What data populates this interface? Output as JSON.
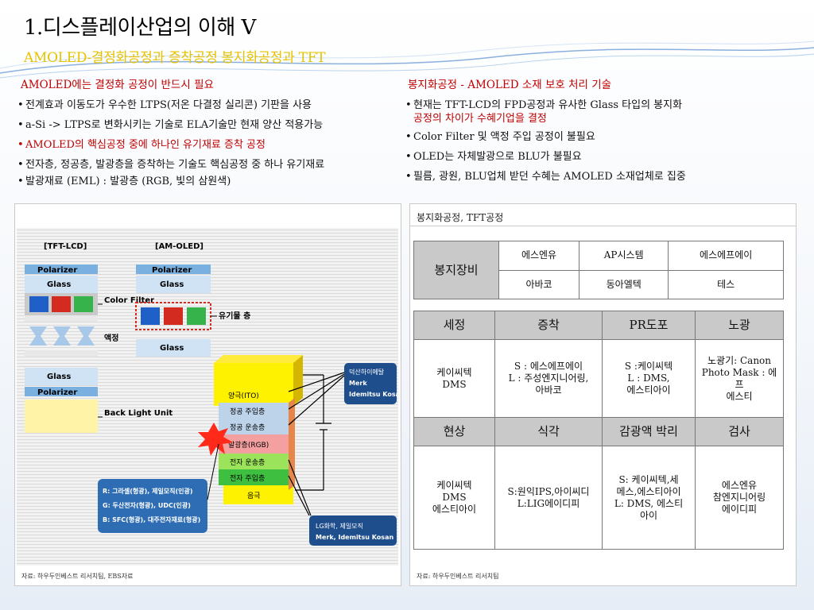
{
  "title": "1.디스플레이산업의 이해 V",
  "subtitle": "AMOLED-결정화공정과 증착공정 봉지화공정과 TFT",
  "left": {
    "heading": "AMOLED에는 결정화 공정이 반드시 필요",
    "bullets": [
      "전계효과 이동도가 우수한 LTPS(저온 다결정 실리콘) 기판을 사용",
      "a-Si -> LTPS로 변화시키는 기술로 ELA기술만 현재 양산 적용가능",
      "AMOLED의 핵심공정 중에 하나인 유기재료 증착 공정",
      "전자층, 정공층, 발광층을 증착하는 기술도 핵심공정 중 하나 유기재료",
      "발광재료 (EML) : 발광층 (RGB, 빛의 삼원색)"
    ]
  },
  "right": {
    "heading": "봉지화공정 - AMOLED 소재 보호 처리 기술",
    "bullet1_line1": "현재는 TFT-LCD의 FPD공정과 유사한 Glass 타입의 봉지화",
    "bullet1_line2": "공정의 차이가 수혜기업을 결정",
    "bullets": [
      "Color Filter 및 액정 주입 공정이 불필요",
      "OLED는 자체발광으로 BLU가 불필요",
      "필름, 광원, BLU업체 받던 수혜는 AMOLED 소재업체로 집중"
    ]
  },
  "diagram": {
    "tft_label": "[TFT-LCD]",
    "amoled_label": "[AM-OLED]",
    "polarizer": "Polarizer",
    "glass": "Glass",
    "color_filter": "Color Filter",
    "lc": "액정",
    "backlight": "Back Light Unit",
    "organic": "유기물 층",
    "layers": [
      "양극(ITO)",
      "정공 주입층",
      "정공 운송층",
      "발광층(RGB)",
      "전자 운송층",
      "전자 주입층",
      "음극"
    ],
    "callout_top": [
      "덕산하이메탈",
      "Merk",
      "Idemitsu Kosan"
    ],
    "callout_bottom": [
      "LG화학, 제일모직",
      "Merk, Idemitsu Kosan"
    ],
    "rgb_suppliers": [
      "R: 그라셀(형광), 제일모직(인광)",
      "G: 두산전자(형광), UDC(인광)",
      "B: SFC(형광), 대주전자재료(형광)"
    ],
    "source": "자료: 하우두인베스트 리서치팀, EBS자료"
  },
  "panel_right": {
    "header": "봉지화공정, TFT공정",
    "equip_label": "봉지장비",
    "equip_rows": [
      [
        "에스엔유",
        "AP시스템",
        "에스에프에이"
      ],
      [
        "아바코",
        "동아엘텍",
        "테스"
      ]
    ],
    "t1_headers": [
      "세정",
      "증착",
      "PR도포",
      "노광"
    ],
    "t1_cells": [
      "케이씨텍\nDMS",
      "S : 에스에프에이\nL : 주성엔지니어링,\n아바코",
      "S :케이씨텍\nL : DMS,\n에스티아이",
      "노광기: Canon\nPhoto Mask : 에프\n에스티"
    ],
    "t2_headers": [
      "현상",
      "식각",
      "감광액 박리",
      "검사"
    ],
    "t2_cells": [
      "케이씨텍\nDMS\n에스티아이",
      "S:원익IPS,아이씨디\nL:LIG에이디피",
      "S: 케이씨텍,세\n메스,에스티아이\nL: DMS, 에스티\n아이",
      "에스엔유\n참엔지니어링\n에이디피"
    ],
    "source": "자료: 하우두인베스트 리서치팀"
  }
}
